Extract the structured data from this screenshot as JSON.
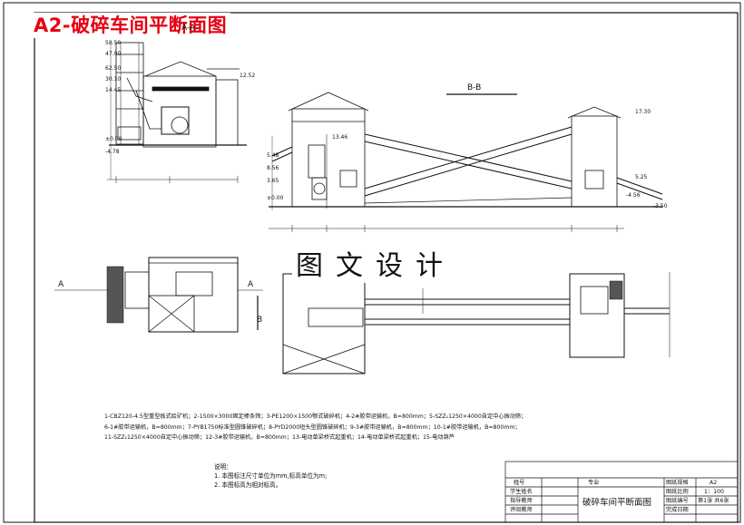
{
  "title_tag": "A2-破碎车间平断面图",
  "watermark": "图文设计",
  "views": {
    "section_aa": "A-A",
    "section_bb": "B-B",
    "plan_left_a": "A",
    "plan_right_a": "A",
    "plan_left_b": "B",
    "plan_right_b": "B"
  },
  "elevations": [
    "58.50",
    "47.00",
    "62.50",
    "30.10",
    "14.45",
    "±0.00",
    "-4.78",
    "12.52",
    "13.46",
    "5.48",
    "8.56",
    "3.65",
    "±0.00",
    "-4.56",
    "-3.50",
    "17.30",
    "5.25"
  ],
  "legend_lines": [
    "1-CBZ120-4.5型重型板式给矿机；2-1500×3000固定棒条筛；3-PE1200×1500颚式破碎机；4-2#胶带运输机，B=800mm；5-SZZ₁1250×4000自定中心振动筛；",
    "6-1#胶带运输机，B=800mm；7-PYB1750标准型圆锥破碎机；8-PYD2000短头型圆锥破碎机；9-3#胶带运输机，B=800mm；10-1#胶带运输机，B=800mm；",
    "11-SZZ₁1250×4000自定中心振动筛；12-3#胶带运输机，B=800mm；13-电动单梁桥式起重机；14-电动单梁桥式起重机；15-电动葫芦"
  ],
  "notes": {
    "heading": "说明：",
    "items": [
      "1. 本图标注尺寸单位为mm,标高单位为m;",
      "2. 本图标高为相对标高。"
    ]
  },
  "title_block": {
    "rows_left": [
      "姓号",
      "学生姓名",
      "指导教师",
      "评阅教师"
    ],
    "major_label": "专业",
    "drawing_title": "破碎车间平断面图",
    "right_labels": [
      "图纸规格",
      "图纸比例",
      "图纸编号",
      "完成日期"
    ],
    "right_values": [
      "A2",
      "1：100",
      "第1张 共6张",
      ""
    ]
  }
}
